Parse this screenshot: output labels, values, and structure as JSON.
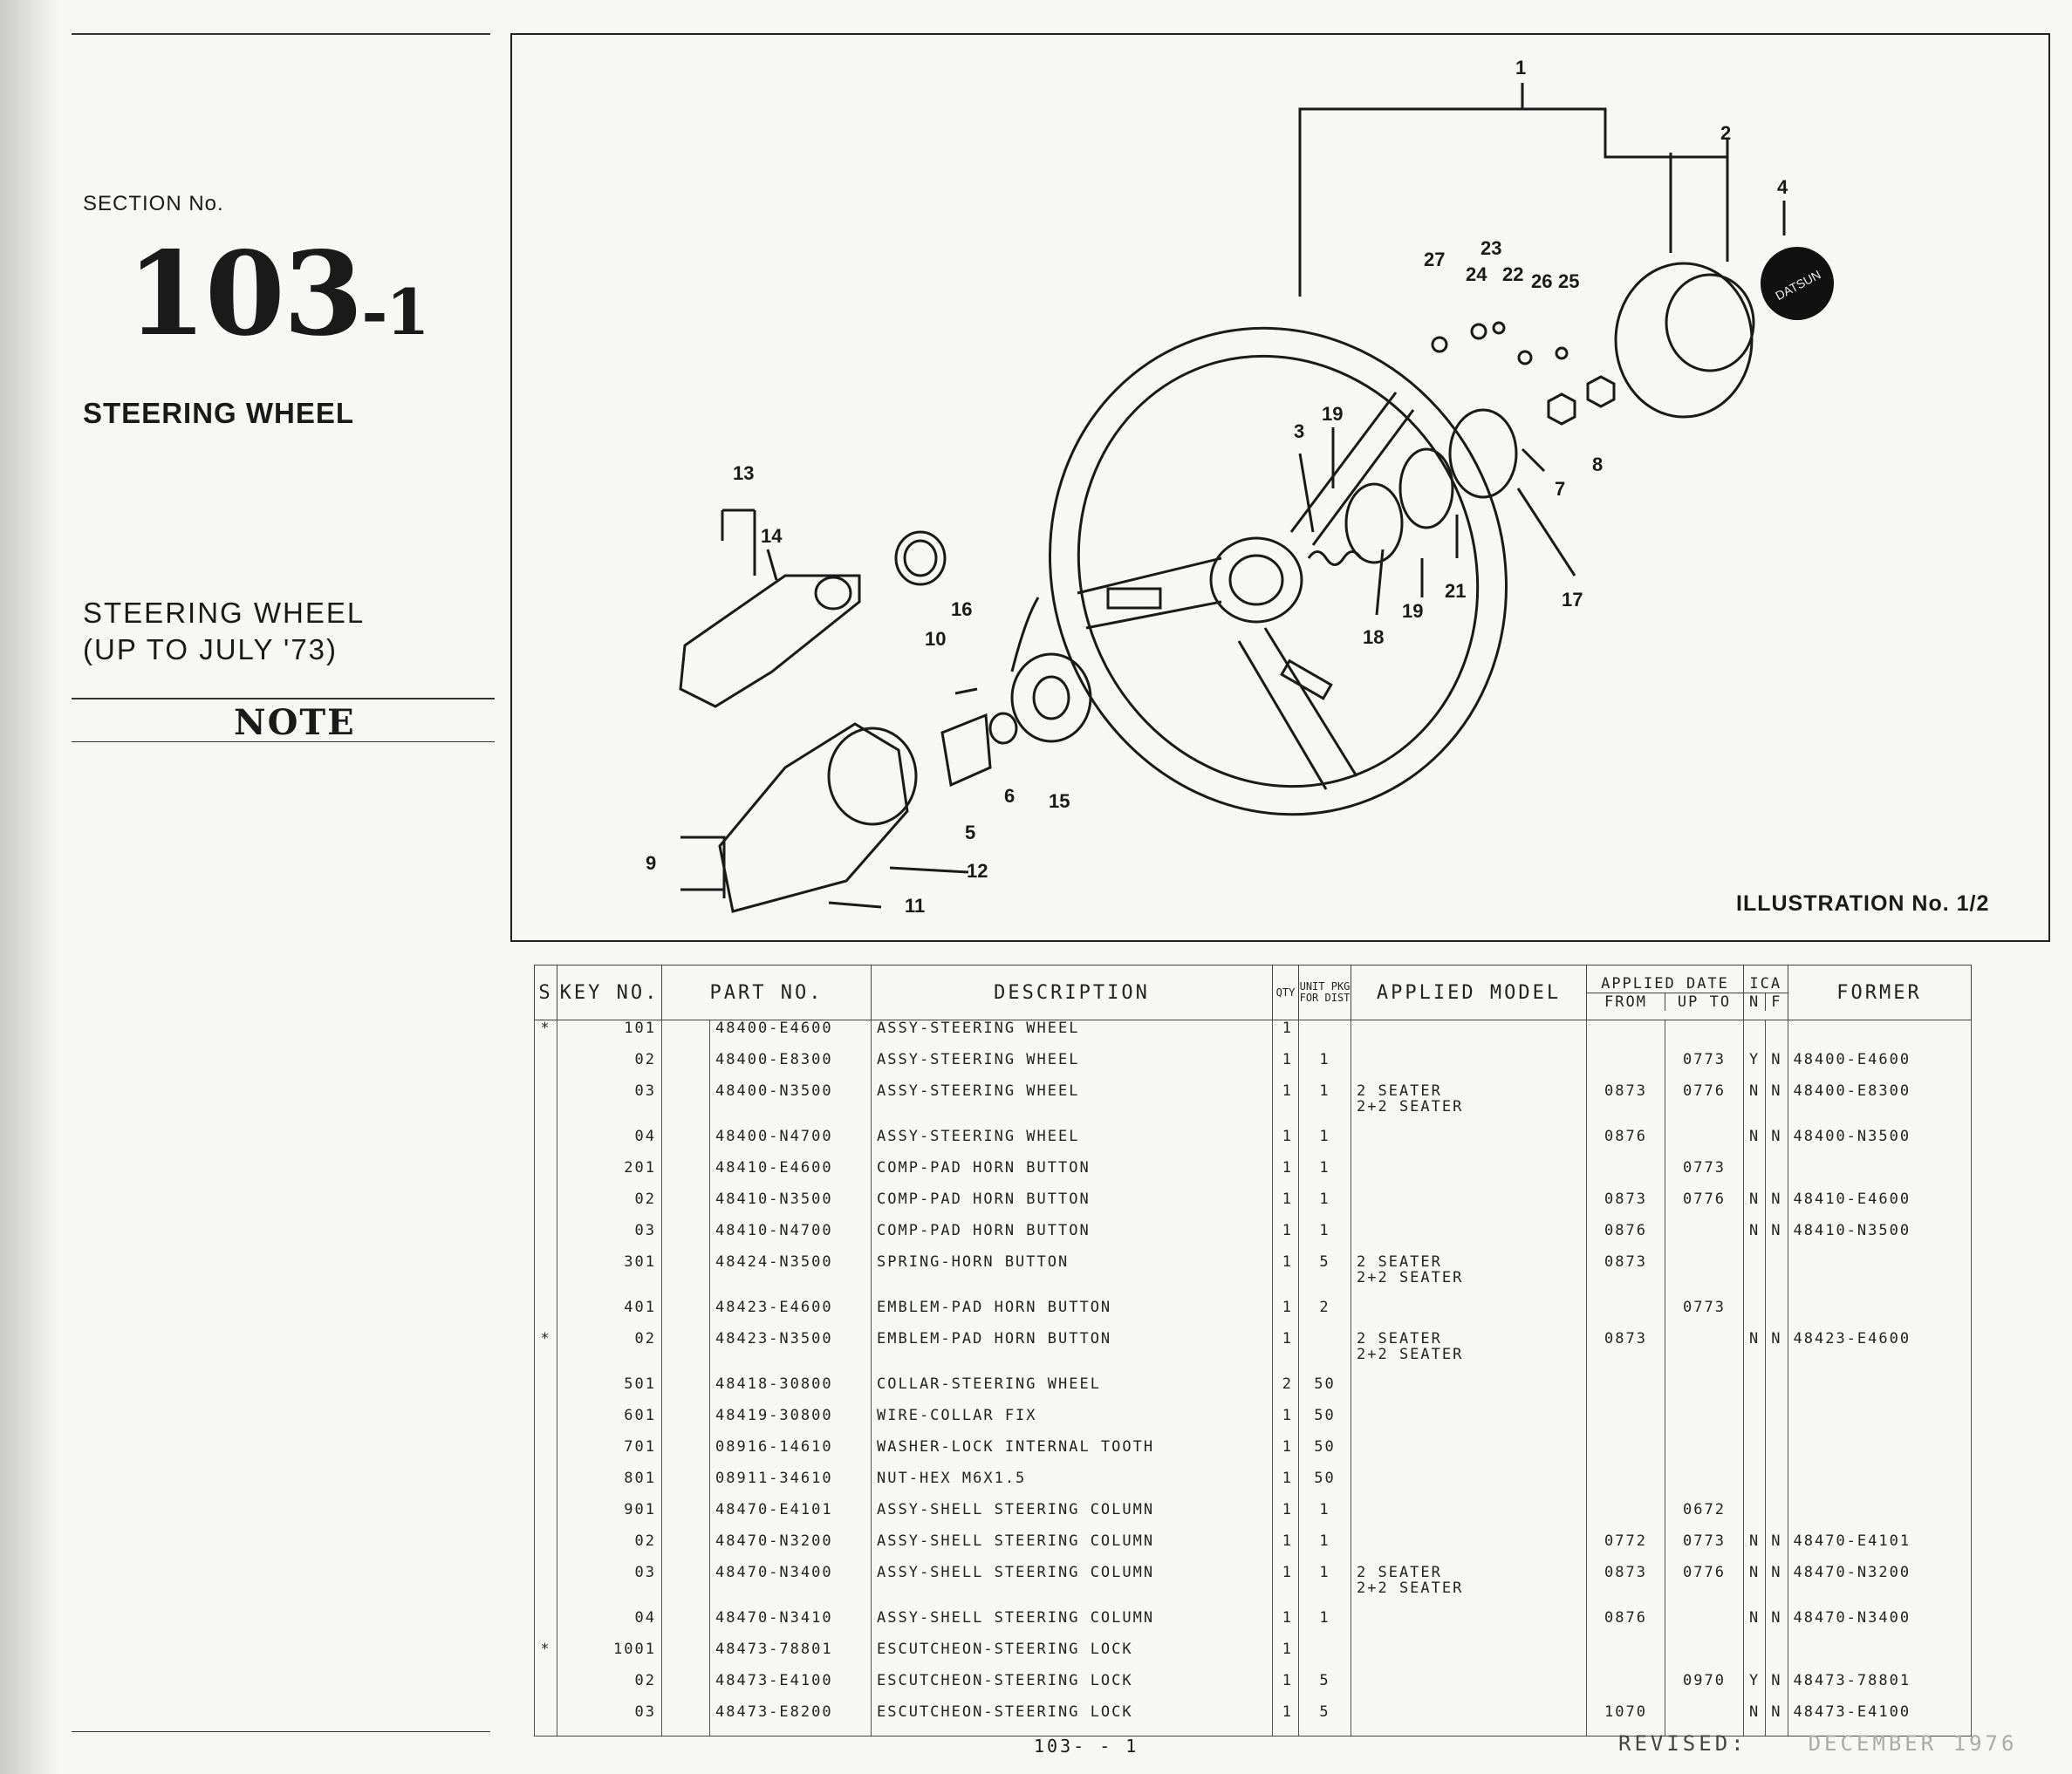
{
  "section": {
    "label": "SECTION No.",
    "number": "103",
    "suffix": "-1",
    "title": "STEERING WHEEL",
    "subtitle_line1": "STEERING WHEEL",
    "subtitle_line2": "(UP TO JULY '73)",
    "note_heading": "NOTE"
  },
  "illustration": {
    "caption": "ILLUSTRATION No. 1/2",
    "logo_text": "DATSUN",
    "callouts": [
      "1",
      "2",
      "3",
      "4",
      "5",
      "6",
      "7",
      "8",
      "9",
      "10",
      "11",
      "12",
      "13",
      "14",
      "15",
      "16",
      "17",
      "18",
      "19",
      "19",
      "21",
      "22",
      "23",
      "24",
      "25",
      "26",
      "27"
    ]
  },
  "table": {
    "headers": {
      "s": "S",
      "key_no": "KEY NO.",
      "part_no": "PART NO.",
      "description": "DESCRIPTION",
      "qty": "QTY",
      "unit_pkg": "UNIT PKG FOR DIST",
      "applied_model": "APPLIED MODEL",
      "applied_date": "APPLIED DATE",
      "date_from": "FROM",
      "date_up_to": "UP TO",
      "ica": "ICA",
      "ica_n": "N",
      "ica_f": "F",
      "former": "FORMER"
    },
    "rows": [
      {
        "s": "*",
        "key": "101",
        "part": "48400-E4600",
        "desc": "ASSY-STEERING WHEEL",
        "qty": "1",
        "pkg": "",
        "model": "",
        "from": "",
        "upto": "",
        "n": "",
        "f": "",
        "former": ""
      },
      {
        "s": "",
        "key": "02",
        "part": "48400-E8300",
        "desc": "ASSY-STEERING WHEEL",
        "qty": "1",
        "pkg": "1",
        "model": "",
        "from": "",
        "upto": "0773",
        "n": "Y",
        "f": "N",
        "former": "48400-E4600"
      },
      {
        "s": "",
        "key": "03",
        "part": "48400-N3500",
        "desc": "ASSY-STEERING WHEEL",
        "qty": "1",
        "pkg": "1",
        "model": "2 SEATER\n2+2 SEATER",
        "from": "0873",
        "upto": "0776",
        "n": "N",
        "f": "N",
        "former": "48400-E8300"
      },
      {
        "s": "",
        "key": "04",
        "part": "48400-N4700",
        "desc": "ASSY-STEERING WHEEL",
        "qty": "1",
        "pkg": "1",
        "model": "",
        "from": "0876",
        "upto": "",
        "n": "N",
        "f": "N",
        "former": "48400-N3500"
      },
      {
        "s": "",
        "key": "201",
        "part": "48410-E4600",
        "desc": "COMP-PAD HORN BUTTON",
        "qty": "1",
        "pkg": "1",
        "model": "",
        "from": "",
        "upto": "0773",
        "n": "",
        "f": "",
        "former": ""
      },
      {
        "s": "",
        "key": "02",
        "part": "48410-N3500",
        "desc": "COMP-PAD HORN BUTTON",
        "qty": "1",
        "pkg": "1",
        "model": "",
        "from": "0873",
        "upto": "0776",
        "n": "N",
        "f": "N",
        "former": "48410-E4600"
      },
      {
        "s": "",
        "key": "03",
        "part": "48410-N4700",
        "desc": "COMP-PAD HORN BUTTON",
        "qty": "1",
        "pkg": "1",
        "model": "",
        "from": "0876",
        "upto": "",
        "n": "N",
        "f": "N",
        "former": "48410-N3500"
      },
      {
        "s": "",
        "key": "301",
        "part": "48424-N3500",
        "desc": "SPRING-HORN BUTTON",
        "qty": "1",
        "pkg": "5",
        "model": "2 SEATER\n2+2 SEATER",
        "from": "0873",
        "upto": "",
        "n": "",
        "f": "",
        "former": ""
      },
      {
        "s": "",
        "key": "401",
        "part": "48423-E4600",
        "desc": "EMBLEM-PAD HORN BUTTON",
        "qty": "1",
        "pkg": "2",
        "model": "",
        "from": "",
        "upto": "0773",
        "n": "",
        "f": "",
        "former": ""
      },
      {
        "s": "*",
        "key": "02",
        "part": "48423-N3500",
        "desc": "EMBLEM-PAD HORN BUTTON",
        "qty": "1",
        "pkg": "",
        "model": "2 SEATER\n2+2 SEATER",
        "from": "0873",
        "upto": "",
        "n": "N",
        "f": "N",
        "former": "48423-E4600"
      },
      {
        "s": "",
        "key": "501",
        "part": "48418-30800",
        "desc": "COLLAR-STEERING WHEEL",
        "qty": "2",
        "pkg": "50",
        "model": "",
        "from": "",
        "upto": "",
        "n": "",
        "f": "",
        "former": ""
      },
      {
        "s": "",
        "key": "601",
        "part": "48419-30800",
        "desc": "WIRE-COLLAR FIX",
        "qty": "1",
        "pkg": "50",
        "model": "",
        "from": "",
        "upto": "",
        "n": "",
        "f": "",
        "former": ""
      },
      {
        "s": "",
        "key": "701",
        "part": "08916-14610",
        "desc": "WASHER-LOCK INTERNAL TOOTH",
        "qty": "1",
        "pkg": "50",
        "model": "",
        "from": "",
        "upto": "",
        "n": "",
        "f": "",
        "former": ""
      },
      {
        "s": "",
        "key": "801",
        "part": "08911-34610",
        "desc": "NUT-HEX M6X1.5",
        "qty": "1",
        "pkg": "50",
        "model": "",
        "from": "",
        "upto": "",
        "n": "",
        "f": "",
        "former": ""
      },
      {
        "s": "",
        "key": "901",
        "part": "48470-E4101",
        "desc": "ASSY-SHELL STEERING COLUMN",
        "qty": "1",
        "pkg": "1",
        "model": "",
        "from": "",
        "upto": "0672",
        "n": "",
        "f": "",
        "former": ""
      },
      {
        "s": "",
        "key": "02",
        "part": "48470-N3200",
        "desc": "ASSY-SHELL STEERING COLUMN",
        "qty": "1",
        "pkg": "1",
        "model": "",
        "from": "0772",
        "upto": "0773",
        "n": "N",
        "f": "N",
        "former": "48470-E4101"
      },
      {
        "s": "",
        "key": "03",
        "part": "48470-N3400",
        "desc": "ASSY-SHELL STEERING COLUMN",
        "qty": "1",
        "pkg": "1",
        "model": "2 SEATER\n2+2 SEATER",
        "from": "0873",
        "upto": "0776",
        "n": "N",
        "f": "N",
        "former": "48470-N3200"
      },
      {
        "s": "",
        "key": "04",
        "part": "48470-N3410",
        "desc": "ASSY-SHELL STEERING COLUMN",
        "qty": "1",
        "pkg": "1",
        "model": "",
        "from": "0876",
        "upto": "",
        "n": "N",
        "f": "N",
        "former": "48470-N3400"
      },
      {
        "s": "*",
        "key": "1001",
        "part": "48473-78801",
        "desc": "ESCUTCHEON-STEERING LOCK",
        "qty": "1",
        "pkg": "",
        "model": "",
        "from": "",
        "upto": "",
        "n": "",
        "f": "",
        "former": ""
      },
      {
        "s": "",
        "key": "02",
        "part": "48473-E4100",
        "desc": "ESCUTCHEON-STEERING LOCK",
        "qty": "1",
        "pkg": "5",
        "model": "",
        "from": "",
        "upto": "0970",
        "n": "Y",
        "f": "N",
        "former": "48473-78801"
      },
      {
        "s": "",
        "key": "03",
        "part": "48473-E8200",
        "desc": "ESCUTCHEON-STEERING LOCK",
        "qty": "1",
        "pkg": "5",
        "model": "",
        "from": "1070",
        "upto": "",
        "n": "N",
        "f": "N",
        "former": "48473-E4100"
      }
    ]
  },
  "footer": {
    "page": "103- - 1",
    "revised_label": "REVISED:",
    "revised_value": "DECEMBER 1976"
  }
}
